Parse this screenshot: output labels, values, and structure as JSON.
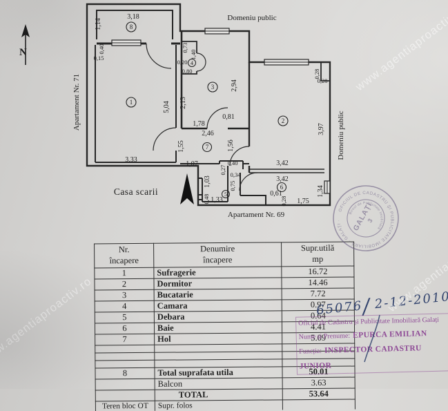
{
  "watermark": {
    "text": "www.agentiaproactiv.ro"
  },
  "colors": {
    "ink": "#262626",
    "stamp_purple": "#8e4a96",
    "pen_blue": "#33446e",
    "paper": "#d6d5d3"
  },
  "plan": {
    "compass_label": "N",
    "labels": {
      "domeniu_public_top": "Domeniu public",
      "domeniu_public_right": "Domeniu public",
      "apartament_71": "Apartament Nr. 71",
      "apartament_69": "Apartament Nr. 69",
      "casa_scarii": "Casa scarii"
    },
    "room_numbers": [
      "1",
      "2",
      "3",
      "4",
      "5",
      "6",
      "7",
      "8"
    ],
    "dims": {
      "balcon_w": "3,18",
      "balcon_d": "1,14",
      "w040": "0,40",
      "w015": "0,15",
      "r1_d": "5,04",
      "r1_w": "3,33",
      "d155": "1,55",
      "d107": "1,07",
      "r4_a": "0,73",
      "r4_b": "1,40",
      "r4_c": "0,20",
      "r4_d": "0,80",
      "r3_a": "2,94",
      "r3_b": "2,13",
      "r3_c": "0,81",
      "r3_d": "1,78",
      "h7_a": "2,46",
      "h7_b": "1,56",
      "r2_a": "0,28",
      "r2_b": "0,28",
      "r2_c": "3,97",
      "r2_d": "3,42",
      "r5_a": "1,03",
      "r5_b": "0,48",
      "r5_c": "1,33",
      "n_a": "0,27",
      "n_b": "0,40",
      "n_c": "0,34",
      "n_d": "0,75",
      "r6_a": "3,42",
      "r6_b": "0,61",
      "r6_c": "0,28",
      "r6_d": "1,75",
      "r6_e": "1,34"
    }
  },
  "table": {
    "col_headers": [
      {
        "line1": "Nr.",
        "line2": "încapere"
      },
      {
        "line1": "Denumire",
        "line2": "încapere"
      },
      {
        "line1": "Supr.utilă",
        "line2": "mp"
      }
    ],
    "rows": [
      {
        "nr": "1",
        "name": "Sufragerie",
        "area": "16.72"
      },
      {
        "nr": "2",
        "name": "Dormitor",
        "area": "14.46"
      },
      {
        "nr": "3",
        "name": "Bucatarie",
        "area": "7.72"
      },
      {
        "nr": "4",
        "name": "Camara",
        "area": "0.97"
      },
      {
        "nr": "5",
        "name": "Debara",
        "area": "0.64"
      },
      {
        "nr": "6",
        "name": "Baie",
        "area": "4.41"
      },
      {
        "nr": "7",
        "name": "Hol",
        "area": "5.09"
      },
      {
        "nr": "",
        "name": "",
        "area": ""
      },
      {
        "nr": "",
        "name": "",
        "area": ""
      },
      {
        "nr": "",
        "name": "",
        "area": ""
      },
      {
        "nr": "8",
        "name": "Total suprafata utila",
        "area": "50.01"
      },
      {
        "nr": "",
        "name": "Balcon",
        "area": "3.63"
      },
      {
        "nr": "",
        "name": "TOTAL",
        "area": "53.64"
      },
      {
        "nr": "Teren bloc OT",
        "name": "Supr. folos",
        "area": ""
      }
    ]
  },
  "round_stamp": {
    "ring_text": "OFICIUL DE CADASTRU ȘI PUBLICITATE IMOBILIARĂ · GALAȚI ·",
    "inner_text": "Biroul de Publicitate Imobiliară",
    "center_text": "GALAȚI",
    "center_number": "3"
  },
  "office_stamp": {
    "line1": "Oficiul de Cadastru și Publicitate Imobiliară Galați",
    "name_label": "Nume și Prenume:",
    "name_value": "EPURCA EMILIAN",
    "function_label": "Funcția:",
    "function_value": "INSPECTOR CADASTRU JUNIOR"
  },
  "handwriting": {
    "number": "65076",
    "slash": "/",
    "date": "2-12-2010"
  }
}
